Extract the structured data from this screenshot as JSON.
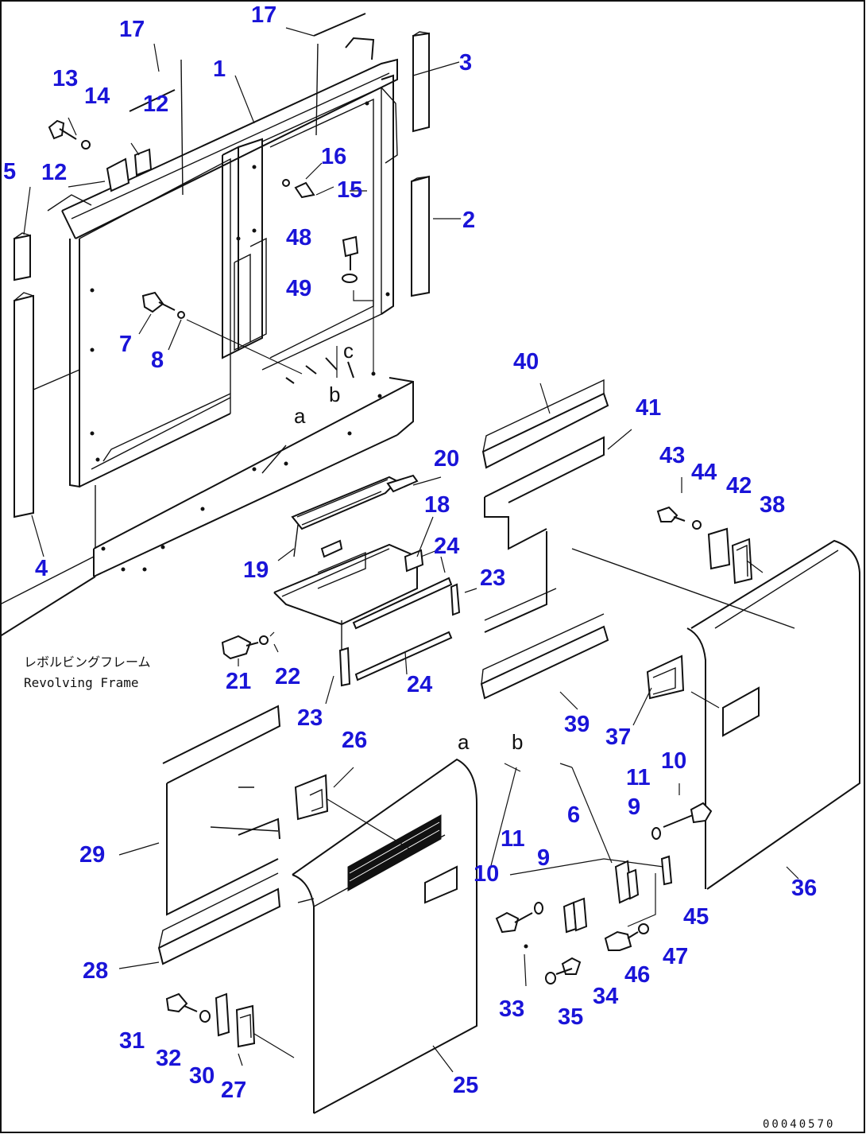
{
  "frame_label_jp": "レボルビングフレーム",
  "frame_label_en": "Revolving Frame",
  "drawing_number": "00040570",
  "letters": [
    {
      "id": "a1",
      "text": "a"
    },
    {
      "id": "b1",
      "text": "b"
    },
    {
      "id": "c1",
      "text": "c"
    },
    {
      "id": "a2",
      "text": "a"
    },
    {
      "id": "b2",
      "text": "b"
    }
  ],
  "part_labels": [
    "1",
    "2",
    "3",
    "4",
    "5",
    "6",
    "7",
    "8",
    "9",
    "9",
    "10",
    "10",
    "11",
    "11",
    "12",
    "12",
    "13",
    "14",
    "15",
    "16",
    "17",
    "17",
    "18",
    "19",
    "20",
    "21",
    "22",
    "23",
    "23",
    "24",
    "24",
    "25",
    "26",
    "27",
    "28",
    "29",
    "30",
    "31",
    "32",
    "33",
    "34",
    "35",
    "36",
    "37",
    "38",
    "39",
    "40",
    "41",
    "42",
    "43",
    "44",
    "45",
    "46",
    "47",
    "48",
    "49"
  ],
  "colors": {
    "label": "#1a14d8",
    "line": "#111111",
    "background": "#ffffff"
  }
}
